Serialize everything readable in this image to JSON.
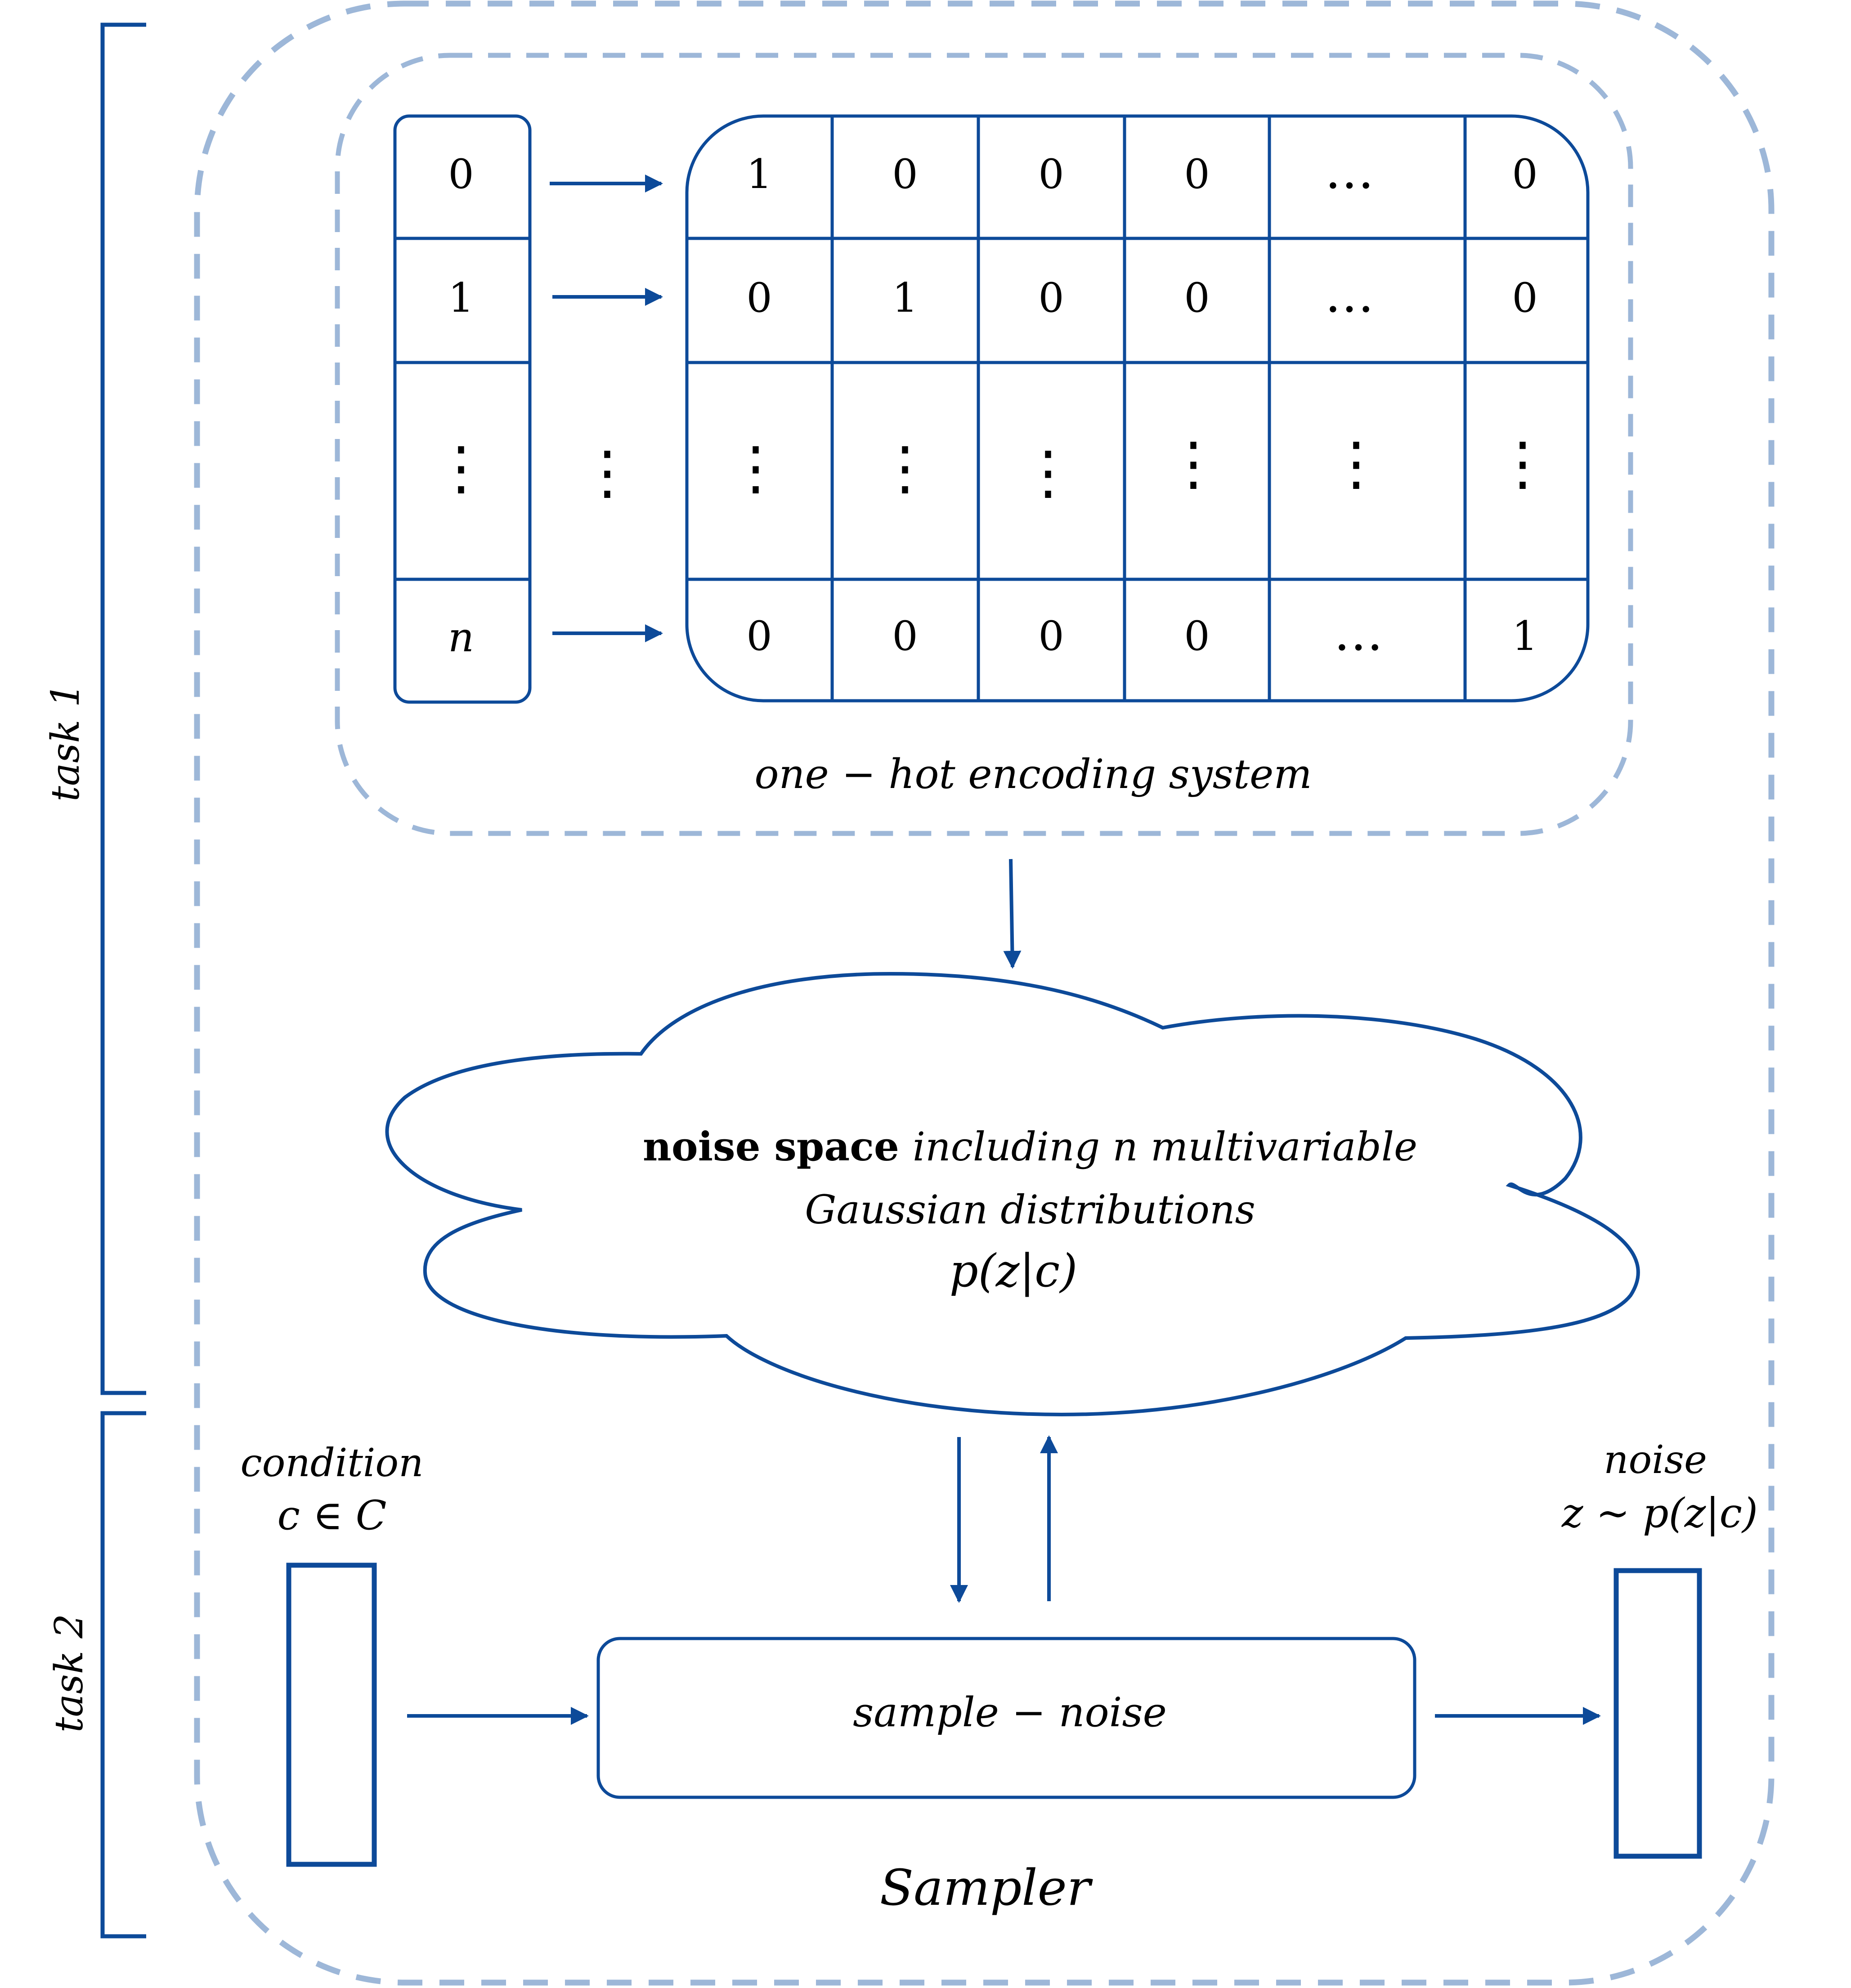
{
  "colors": {
    "primary": "#0d4a99",
    "dashed": "#9db7d8",
    "text": "#000000"
  },
  "brackets": {
    "task1": "task 1",
    "task2": "task 2"
  },
  "encoding": {
    "inputs": [
      "0",
      "1",
      "⋮",
      "n"
    ],
    "matrix": [
      [
        "1",
        "0",
        "0",
        "0",
        "…",
        "0"
      ],
      [
        "0",
        "1",
        "0",
        "0",
        "…",
        "0"
      ],
      [
        "⋮",
        "⋮",
        "⋮",
        "⋮",
        "⋮",
        "⋮"
      ],
      [
        "0",
        "0",
        "0",
        "0",
        "…",
        "1"
      ]
    ],
    "between_dots": "⋮",
    "caption": "one − hot encoding system"
  },
  "cloud": {
    "bold": "noise space",
    "line1_rest": "including  n  multivariable",
    "line2": "Gaussian  distributions",
    "line3": "p(z|c)"
  },
  "condition": {
    "label": "condition",
    "formula": "c ∈ C"
  },
  "noise": {
    "label": "noise",
    "formula": "z ∼ p(z|c)"
  },
  "sampler": {
    "box_label": "sample − noise",
    "title": "Sampler"
  }
}
